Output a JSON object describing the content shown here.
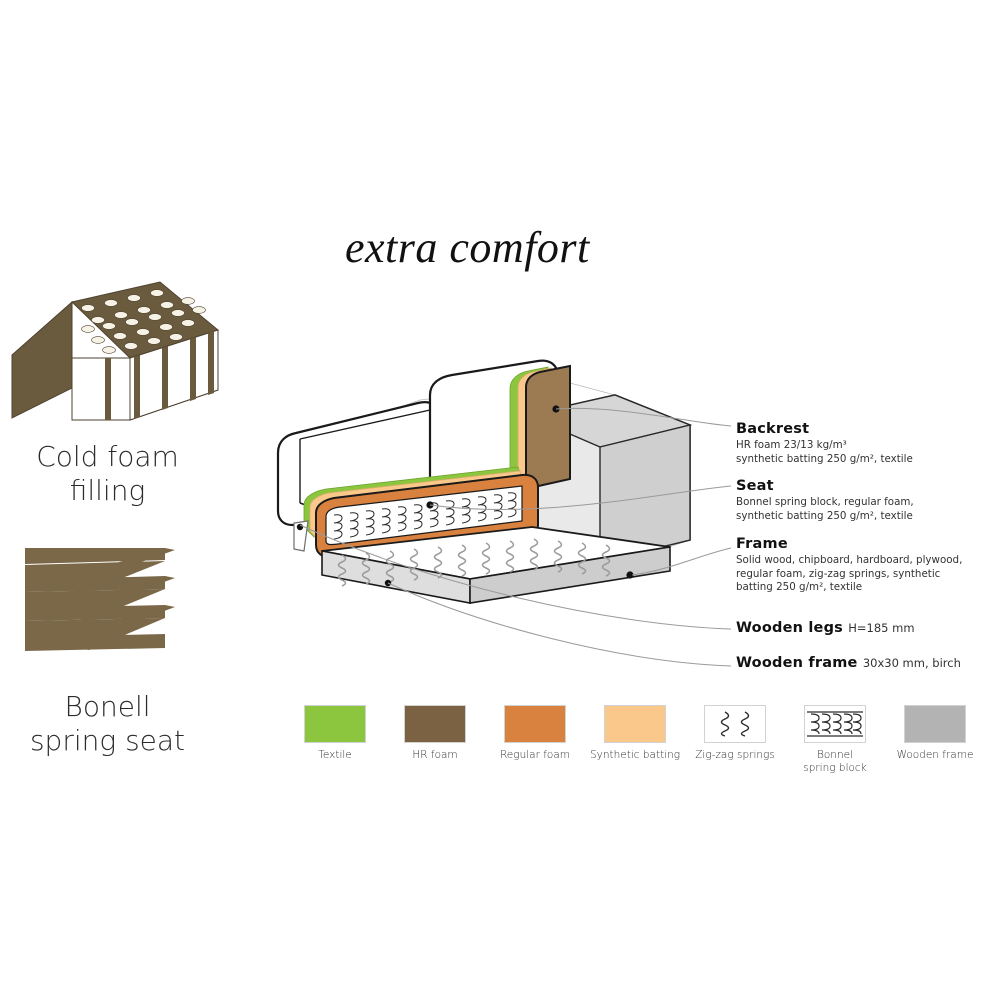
{
  "title": "extra comfort",
  "left_icons": [
    {
      "name": "cold-foam",
      "caption_line1": "Cold foam",
      "caption_line2": "filling",
      "color": "#6B5B3E",
      "hole_color": "#F7F2E6"
    },
    {
      "name": "bonell-spring",
      "caption_line1": "Bonell",
      "caption_line2": "spring seat",
      "color": "#7A6848"
    }
  ],
  "annotations": [
    {
      "heading": "Backrest",
      "inline": "",
      "lines": [
        "HR foam 23/13 kg/m³",
        "synthetic batting 250 g/m², textile"
      ]
    },
    {
      "heading": "Seat",
      "inline": "",
      "lines": [
        "Bonnel spring block, regular foam,",
        "synthetic batting 250 g/m², textile"
      ]
    },
    {
      "heading": "Frame",
      "inline": "",
      "lines": [
        "Solid wood, chipboard, hardboard, plywood,",
        "regular foam, zig-zag springs, synthetic",
        "batting 250 g/m², textile"
      ]
    },
    {
      "heading": "Wooden legs",
      "inline": "H=185 mm",
      "lines": []
    },
    {
      "heading": "Wooden frame",
      "inline": "30x30 mm, birch",
      "lines": []
    }
  ],
  "legend": [
    {
      "label_line1": "Textile",
      "label_line2": "",
      "color": "#8CC63F",
      "style": "solid"
    },
    {
      "label_line1": "HR foam",
      "label_line2": "",
      "color": "#7A6243",
      "style": "solid"
    },
    {
      "label_line1": "Regular foam",
      "label_line2": "",
      "color": "#D9813F",
      "style": "solid"
    },
    {
      "label_line1": "Synthetic batting",
      "label_line2": "",
      "color": "#FAC88A",
      "style": "solid"
    },
    {
      "label_line1": "Zig-zag springs",
      "label_line2": "",
      "color": "#FFFFFF",
      "style": "zigzag"
    },
    {
      "label_line1": "Bonnel",
      "label_line2": "spring block",
      "color": "#FFFFFF",
      "style": "bonnel"
    },
    {
      "label_line1": "Wooden frame",
      "label_line2": "",
      "color": "#B3B3B3",
      "style": "solid"
    }
  ],
  "diagram": {
    "name": "sofa-cutaway",
    "layer_colors": {
      "textile": "#8CC63F",
      "hr_foam": "#9C7B52",
      "regular_foam": "#D9813F",
      "synthetic_batting": "#FAC88A",
      "wooden_frame": "#C9C9C9",
      "outline": "#1a1a1a",
      "leader_line": "#9a9a9a"
    }
  }
}
